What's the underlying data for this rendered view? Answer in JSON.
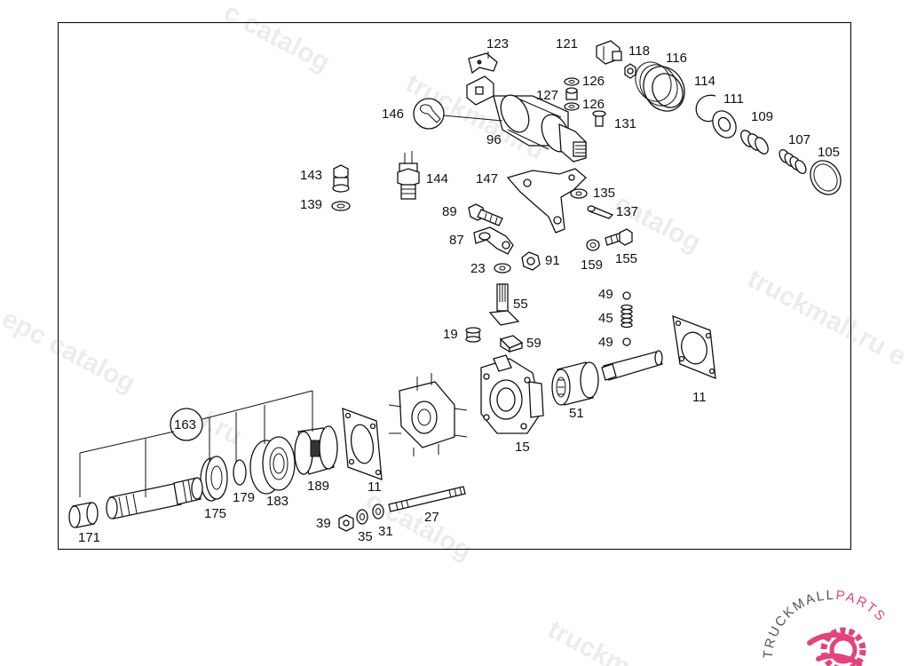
{
  "watermark": "truckmall.ru epc catalog",
  "watermark_fragments": [
    "epc catalog",
    "truckmall.ru",
    "catalog",
    "truckmall.ru e",
    "l epc catalog",
    "l.ru",
    "c catalog",
    "truckm"
  ],
  "brand": {
    "name_dark": "TRUCKMALL",
    "name_accent": "PARTS",
    "accent_color": "#e0457b",
    "dark_color": "#555555"
  },
  "labels": {
    "p123": "123",
    "p121": "121",
    "p118": "118",
    "p116": "116",
    "p114": "114",
    "p111": "111",
    "p109": "109",
    "p107": "107",
    "p105": "105",
    "p126a": "126",
    "p127": "127",
    "p126b": "126",
    "p131": "131",
    "p146": "146",
    "p96": "96",
    "p143": "143",
    "p139": "139",
    "p144": "144",
    "p147": "147",
    "p135": "135",
    "p137": "137",
    "p89": "89",
    "p87": "87",
    "p23": "23",
    "p91": "91",
    "p159": "159",
    "p155": "155",
    "p55": "55",
    "p19": "19",
    "p59": "59",
    "p49a": "49",
    "p45": "45",
    "p49b": "49",
    "p11a": "11",
    "p51": "51",
    "p15": "15",
    "p163": "163",
    "p189": "189",
    "p11b": "11",
    "p175": "175",
    "p179": "179",
    "p183": "183",
    "p171": "171",
    "p39": "39",
    "p35": "35",
    "p31": "31",
    "p27": "27"
  }
}
